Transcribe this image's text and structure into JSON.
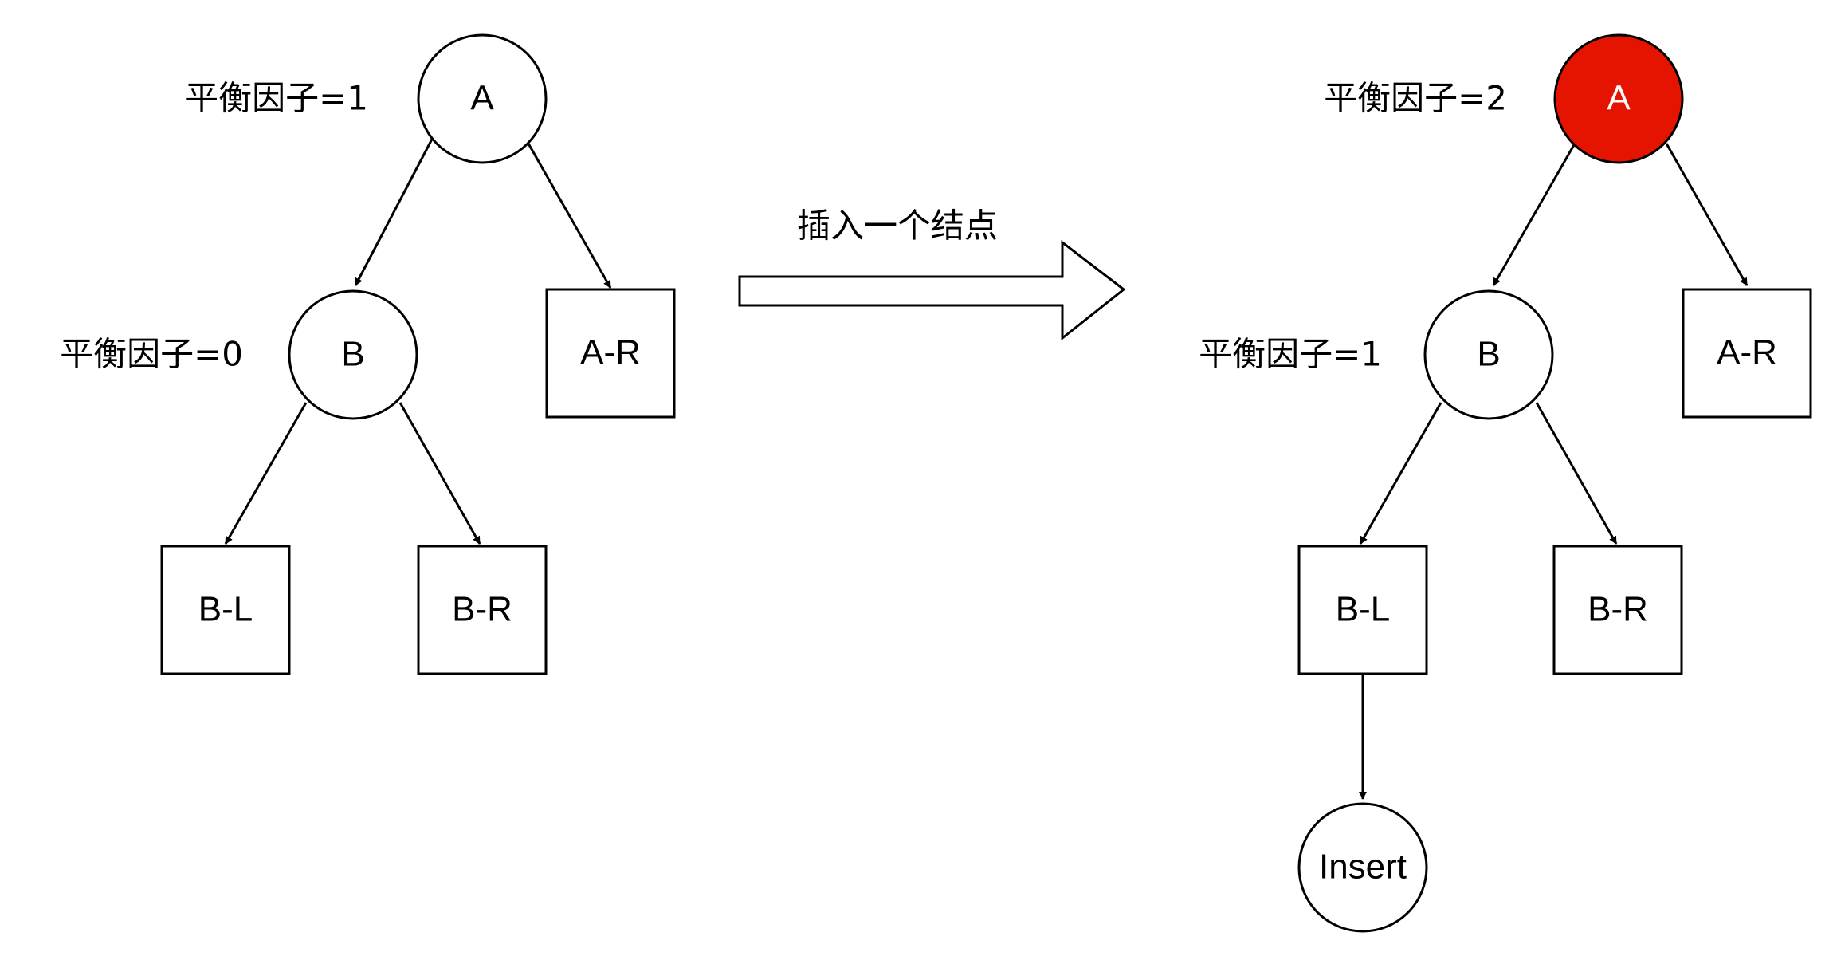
{
  "colors": {
    "node_fill": "#ffffff",
    "highlight_fill": "#e51400",
    "highlight_text": "#ffffff",
    "stroke": "#000000"
  },
  "arrow_label": "插入一个结点",
  "before": {
    "root": {
      "label": "A",
      "balance_label": "平衡因子=1"
    },
    "left_child": {
      "label": "B",
      "balance_label": "平衡因子=0"
    },
    "right_subtree": {
      "label": "A-R"
    },
    "left_left_subtree": {
      "label": "B-L"
    },
    "left_right_subtree": {
      "label": "B-R"
    }
  },
  "after": {
    "root": {
      "label": "A",
      "balance_label": "平衡因子=2",
      "highlighted": true
    },
    "left_child": {
      "label": "B",
      "balance_label": "平衡因子=1"
    },
    "right_subtree": {
      "label": "A-R"
    },
    "left_left_subtree": {
      "label": "B-L"
    },
    "left_right_subtree": {
      "label": "B-R"
    },
    "inserted_node": {
      "label": "Insert"
    }
  }
}
